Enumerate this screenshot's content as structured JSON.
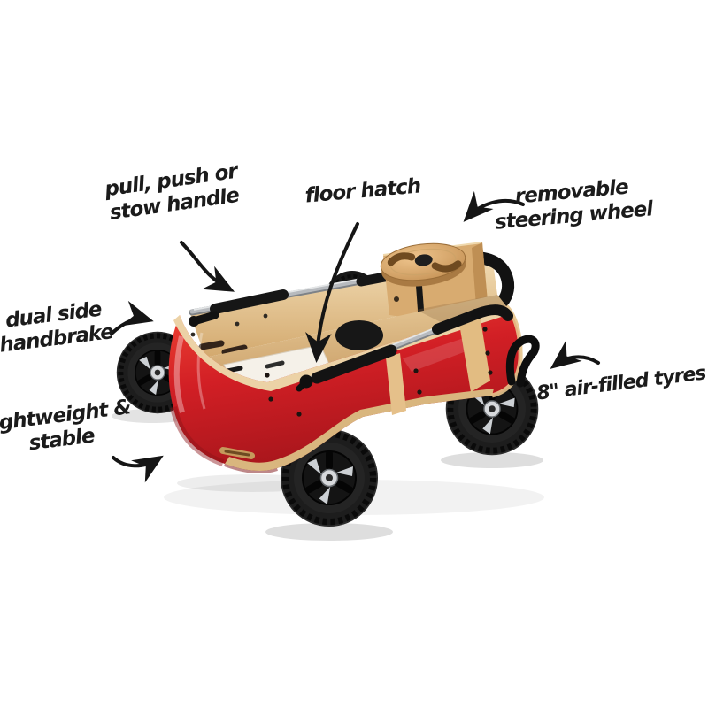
{
  "illustration": {
    "subject": "red wooden kids wagon with callout annotations"
  },
  "annotations": {
    "handle": {
      "line1": "pull, push or",
      "line2": "stow handle"
    },
    "floor_hatch": {
      "text": "floor hatch"
    },
    "steering": {
      "line1": "removable",
      "line2": "steering wheel"
    },
    "handbrake": {
      "line1": "dual side",
      "line2": "handbrake"
    },
    "lightweight": {
      "line1": "lightweight &",
      "line2": "stable"
    },
    "tyres": {
      "text": "8\" air-filled tyres"
    }
  },
  "colors": {
    "background": "#ffffff",
    "ink": "#1b1b1b",
    "body_red": "#d21f25",
    "body_red_dark": "#9e1418",
    "plywood_light": "#ecd2a6",
    "plywood_mid": "#d9ae74",
    "metal_silver": "#b7babe",
    "rubber_black": "#1d1d1d"
  }
}
